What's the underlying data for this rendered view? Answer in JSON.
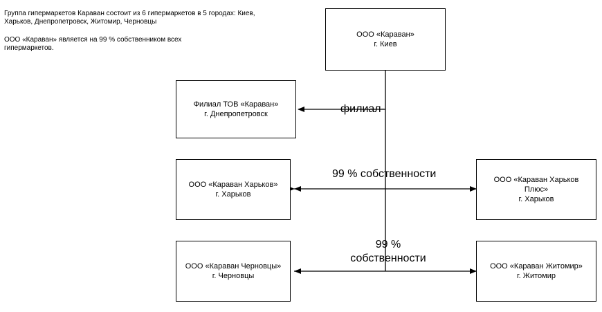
{
  "notes": {
    "intro": "Группа гипермаркетов Караван состоит из 6 гипермаркетов в 5 городах: Киев, Харьков, Днепропетровск, Житомир, Черновцы",
    "ownership": "ООО «Караван» является на 99 % собственником всех гипермаркетов."
  },
  "boxes": {
    "kiev": {
      "name": "ООО «Караван»",
      "city": "г. Киев"
    },
    "dnepr": {
      "name": "Филиал ТОВ «Караван»",
      "city": "г. Днепропетровск"
    },
    "kharkov": {
      "name": "ООО «Караван Харьков»",
      "city": "г. Харьков"
    },
    "kharkov_plus": {
      "name_line1": "ООО «Караван Харьков",
      "name_line2": "Плюс»",
      "city": "г. Харьков"
    },
    "chernovtsy": {
      "name": "ООО «Караван Черновцы»",
      "city": "г. Черновцы"
    },
    "zhitomir": {
      "name": "ООО «Караван Житомир»",
      "city": "г. Житомир"
    }
  },
  "connectors": {
    "branch_label": "филиал",
    "ownership_label_1": "99 % собственности",
    "ownership_label_2_line1": "99 %",
    "ownership_label_2_line2": "собственности"
  }
}
